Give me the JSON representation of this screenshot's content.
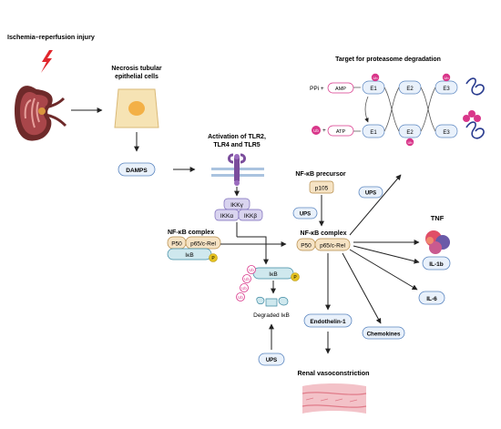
{
  "diagram": {
    "ischemia": "Ischemia–reperfusion injury",
    "necrosis_line1": "Necrosis tubular",
    "necrosis_line2": "epithelial cells",
    "damps": "DAMPS",
    "activation_line1": "Activation of TLR2,",
    "activation_line2": "TLR4 and TLR5",
    "ikk_gamma": "IKKγ",
    "ikk_alpha": "IKKα",
    "ikk_beta": "IKKβ",
    "complex_left_title": "NF-κB complex",
    "p50": "P50",
    "p65": "p65/c-Rel",
    "ikb": "IκB",
    "p_label": "P",
    "ub": "Ub",
    "degraded_ikb": "Degraded IκB",
    "ups": "UPS",
    "precursor_title": "NF-κB precursor",
    "p105": "p105",
    "complex_right_title": "NF-κB complex",
    "proteasome_title": "Target for proteasome degradation",
    "ppi": "PPi +",
    "amp": "AMP",
    "atp": "ATP",
    "e1": "E1",
    "e2": "E2",
    "e3": "E3",
    "tnf": "TNF",
    "il1b": "IL-1b",
    "il6": "IL-6",
    "chemokines": "Chemokines",
    "endothelin": "Endothelin-1",
    "renal": "Renal vasoconstriction"
  },
  "colors": {
    "arrow": "#222222",
    "pill_fill": "#e9f1fb",
    "pill_stroke": "#5b86c0",
    "p50_fill": "#f6e3c4",
    "p50_stroke": "#b48a48",
    "ikb_fill": "#cfe8ee",
    "ikb_stroke": "#3e8aa3",
    "phos": "#e6c321",
    "ub_fill": "#d9368a",
    "ikk_fill": "#d9d4ef",
    "ikk_stroke": "#7a6aba",
    "receptor": "#7b4d9c",
    "kidney_dark": "#6e2a2a",
    "kidney_mid": "#a9464a",
    "kidney_light": "#e7a09c",
    "bolt": "#e0262c",
    "cell_fill": "#f6e3b4",
    "nucleus": "#f3b046",
    "vessel": "#f3c2c8",
    "vessel_line": "#e07b89",
    "tnf_a": "#e04e67",
    "tnf_b": "#6a5aa8",
    "ribbon": "#2a3c8f"
  }
}
